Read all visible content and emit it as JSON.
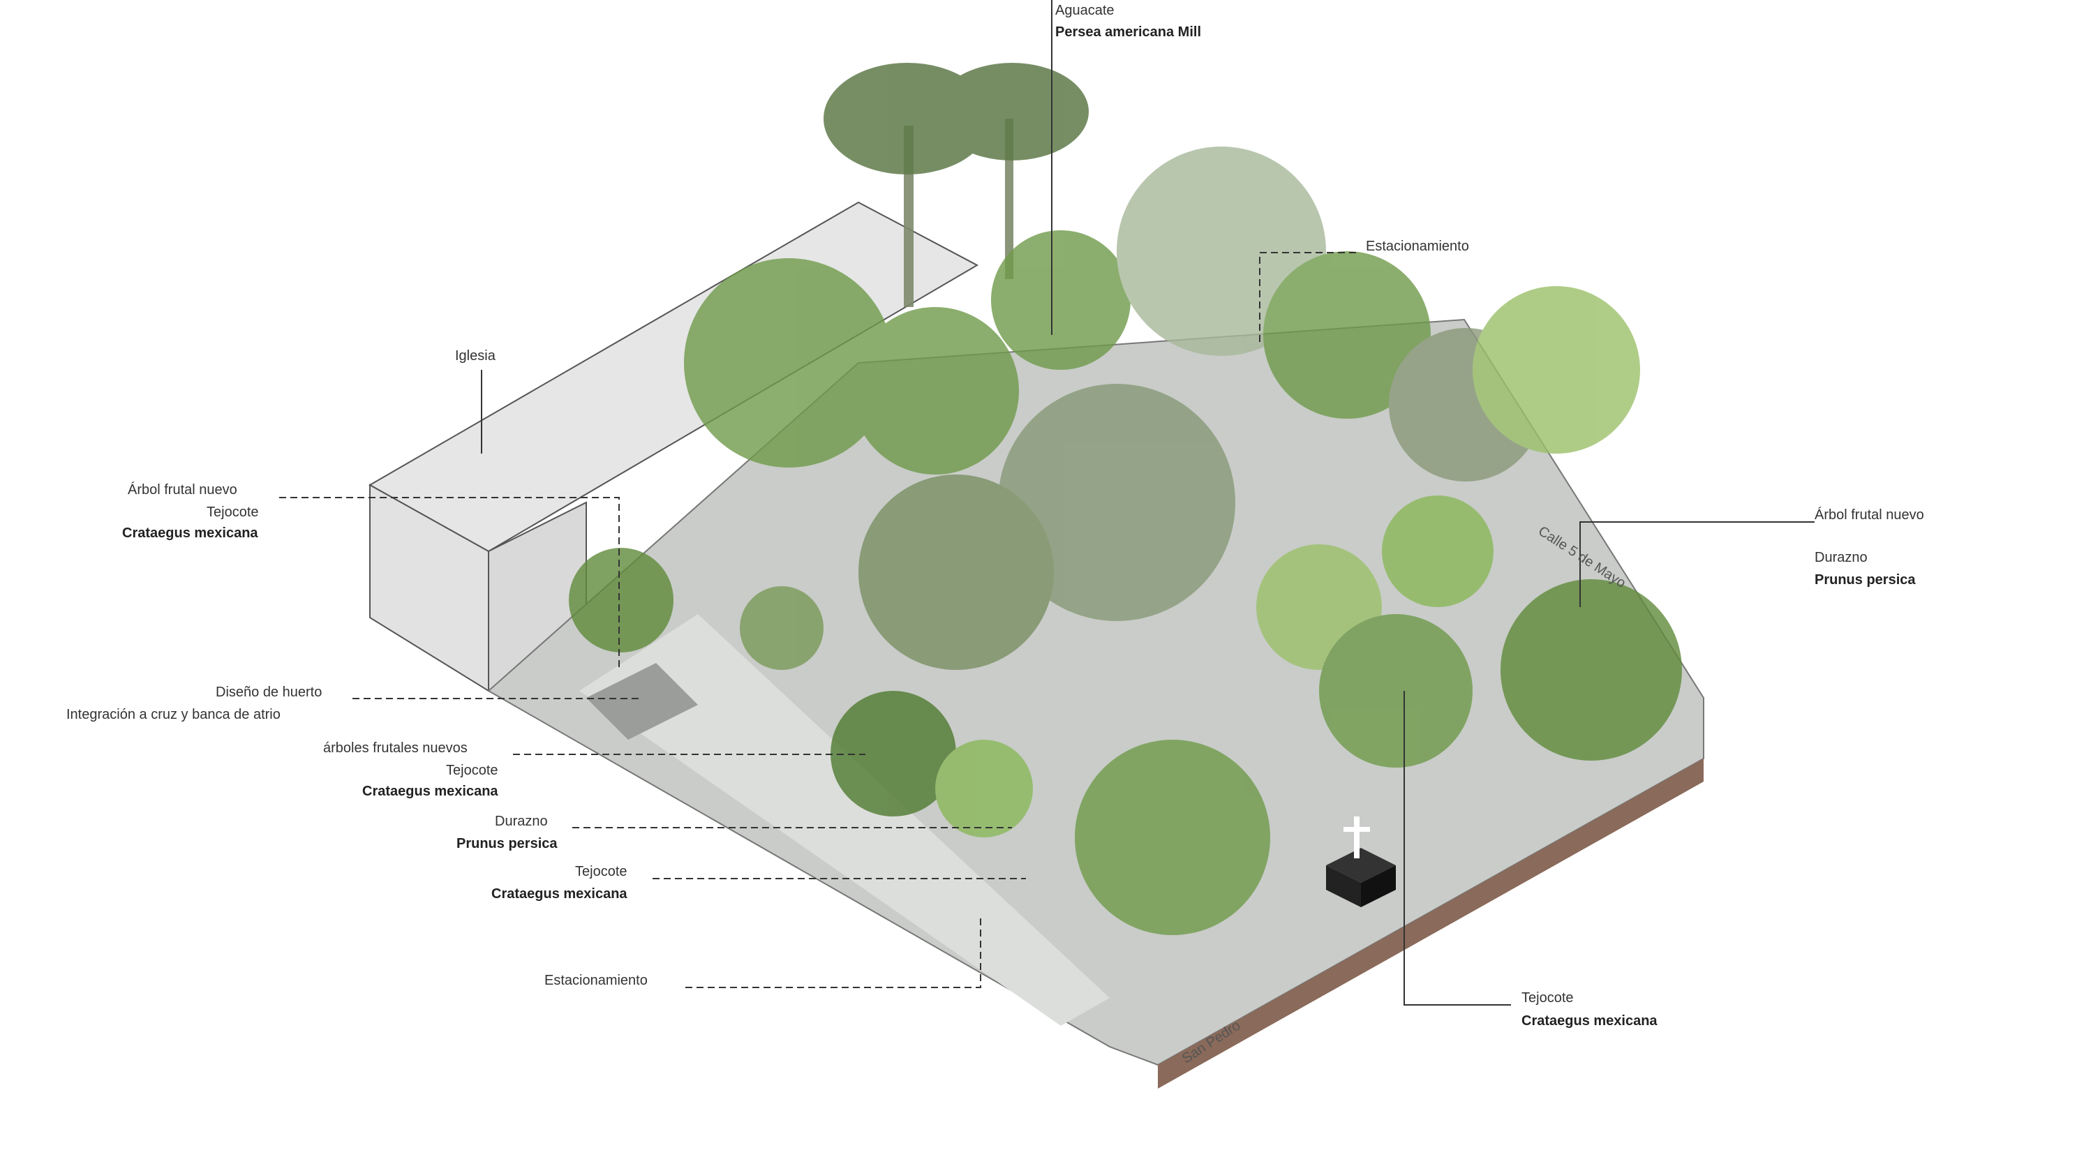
{
  "labels": {
    "aguacate": {
      "common": "Aguacate",
      "scientific": "Persea americana Mill"
    },
    "estacionamiento_top": "Estacionamiento",
    "iglesia": "Iglesia",
    "arbol_left": {
      "title": "Árbol frutal nuevo",
      "common": "Tejocote",
      "scientific": "Crataegus mexicana"
    },
    "huerto": {
      "title": "Diseño de huerto",
      "subtitle": "Integración a cruz y banca de atrio"
    },
    "arboles_nuevos": {
      "title": "árboles frutales nuevos",
      "common": "Tejocote",
      "scientific": "Crataegus mexicana"
    },
    "durazno_left": {
      "common": "Durazno",
      "scientific": "Prunus persica"
    },
    "tejocote_left": {
      "common": "Tejocote",
      "scientific": "Crataegus mexicana"
    },
    "estacionamiento_bottom": "Estacionamiento",
    "arbol_right": {
      "title": "Árbol frutal nuevo",
      "common": "Durazno",
      "scientific": "Prunus persica"
    },
    "tejocote_right": {
      "common": "Tejocote",
      "scientific": "Crataegus mexicana"
    }
  },
  "streets": {
    "front": "San Pedro",
    "side": "Calle 5 de Mayo"
  },
  "colors": {
    "foliage": "#6f9a4a",
    "foliage_light": "#9cc06a",
    "paving": "#c9ccc8",
    "wall": "#8a6a5a",
    "line": "#333333"
  }
}
